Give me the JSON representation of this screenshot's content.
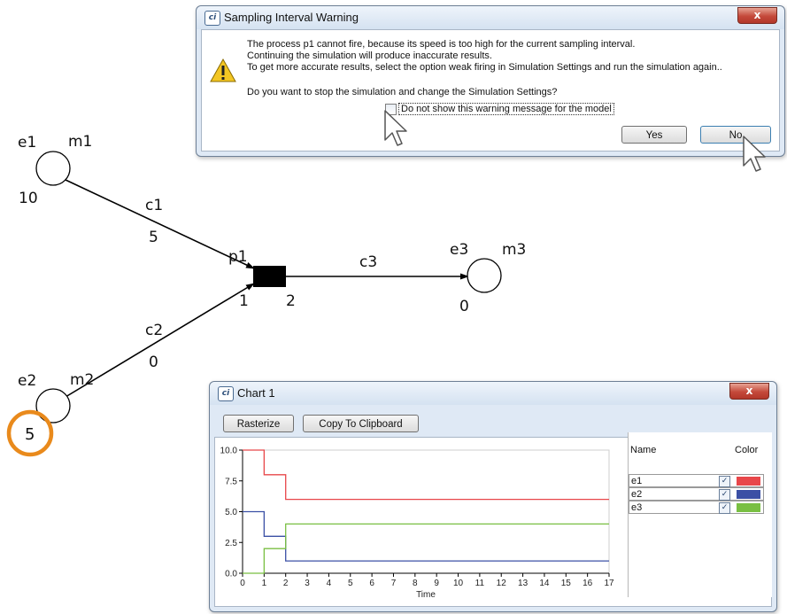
{
  "petri_net": {
    "places": [
      {
        "id": "e1",
        "name": "e1",
        "model": "m1",
        "tokens": "10"
      },
      {
        "id": "e2",
        "name": "e2",
        "model": "m2",
        "tokens": "5"
      },
      {
        "id": "e3",
        "name": "e3",
        "model": "m3",
        "tokens": "0"
      }
    ],
    "transition": {
      "name": "p1"
    },
    "arcs": [
      {
        "name": "c1",
        "weight": "5"
      },
      {
        "name": "c2",
        "weight": "0"
      },
      {
        "name": "c3"
      }
    ],
    "transition_numbers": {
      "in": "1",
      "out": "2"
    },
    "highlight_color": "#e98a1c"
  },
  "warning_dialog": {
    "title": "Sampling Interval Warning",
    "icon": "warning-icon",
    "lines": [
      "The process p1 cannot fire, because its speed is too high for the current sampling interval.",
      "Continuing the simulation will produce inaccurate results.",
      "To get more accurate results, select the option weak firing in Simulation Settings and run the simulation again.."
    ],
    "question": "Do you want to stop the simulation and change the Simulation Settings?",
    "checkbox_label": "Do not show this warning message for the model",
    "checkbox_checked": false,
    "yes_label": "Yes",
    "no_label": "No",
    "close_glyph": "x"
  },
  "chart_window": {
    "title": "Chart 1",
    "close_glyph": "x",
    "rasterize_label": "Rasterize",
    "copy_label": "Copy To Clipboard",
    "legend": {
      "name_header": "Name",
      "color_header": "Color",
      "items": [
        {
          "name": "e1",
          "checked": true,
          "color": "#e8474a"
        },
        {
          "name": "e2",
          "checked": true,
          "color": "#3b50a5"
        },
        {
          "name": "e3",
          "checked": true,
          "color": "#79bf42"
        }
      ]
    }
  },
  "chart_data": {
    "type": "line",
    "step": true,
    "xlabel": "Time",
    "ylabel": "",
    "xlim": [
      0,
      17
    ],
    "ylim": [
      0,
      10
    ],
    "xticks": [
      0,
      1,
      2,
      3,
      4,
      5,
      6,
      7,
      8,
      9,
      10,
      11,
      12,
      13,
      14,
      15,
      16,
      17
    ],
    "yticks": [
      "0.0",
      "2.5",
      "5.0",
      "7.5",
      "10.0"
    ],
    "series": [
      {
        "name": "e1",
        "color": "#e8474a",
        "x": [
          0,
          1,
          2,
          17
        ],
        "y": [
          10,
          8,
          6,
          6
        ]
      },
      {
        "name": "e2",
        "color": "#3b50a5",
        "x": [
          0,
          1,
          2,
          17
        ],
        "y": [
          5,
          3,
          1,
          1
        ]
      },
      {
        "name": "e3",
        "color": "#79bf42",
        "x": [
          0,
          1,
          2,
          17
        ],
        "y": [
          0,
          2,
          4,
          4
        ]
      }
    ]
  }
}
